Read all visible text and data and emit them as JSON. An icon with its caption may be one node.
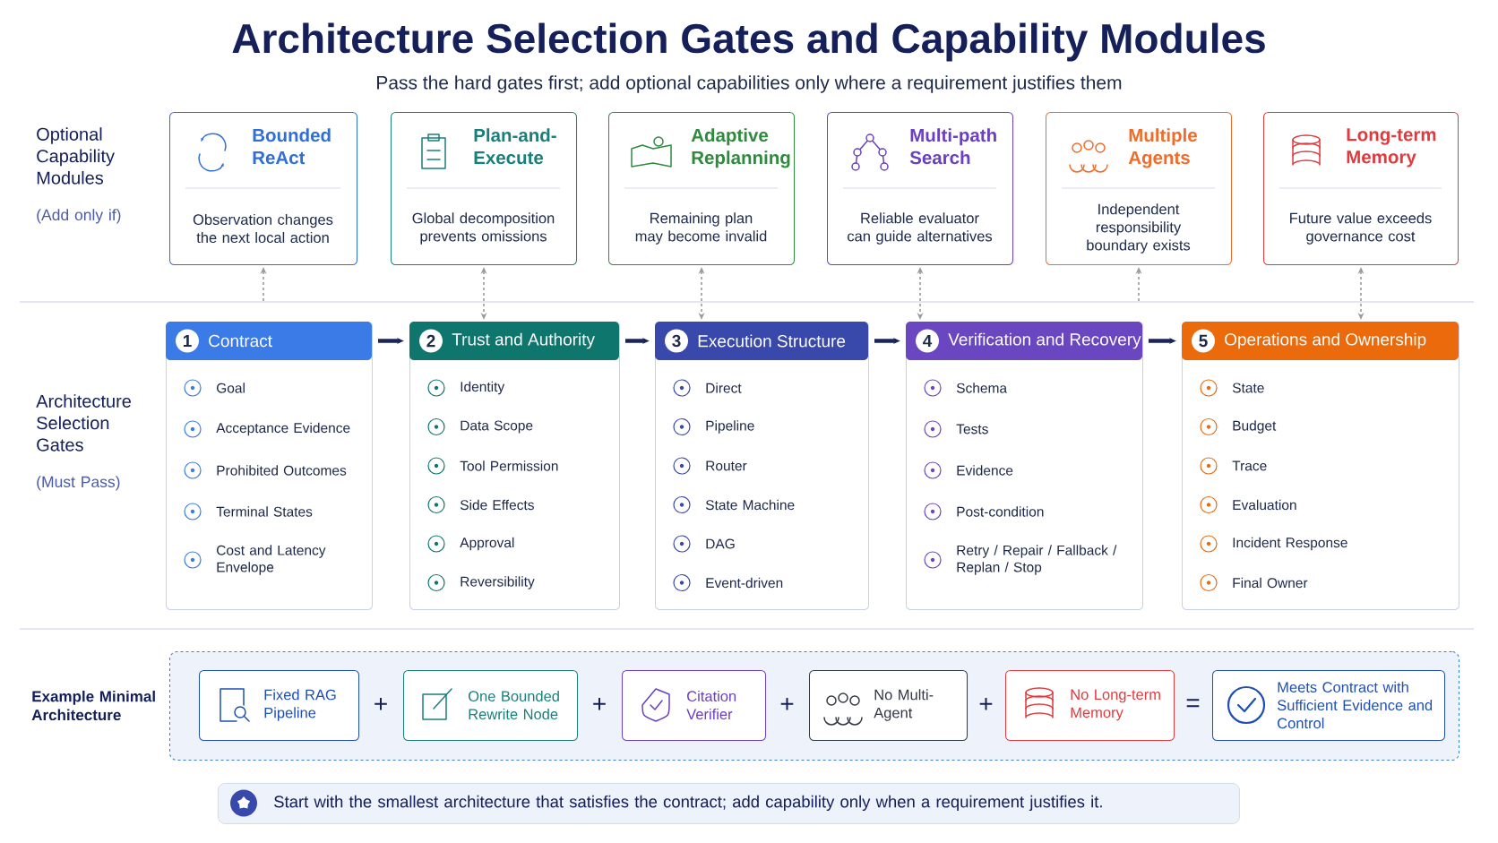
{
  "diagram": {
    "title": "Architecture Selection Gates and Capability Modules",
    "nodes": [
      {
        "text": [
          "Bounded ReAct",
          "Observation changes the next local action"
        ]
      },
      {
        "text": [
          "Plan-and-Execute",
          "Global decomposition prevents omissions"
        ]
      },
      {
        "text": [
          "Adaptive Replanning",
          "Remaining plan may become invalid"
        ]
      },
      {
        "text": [
          "Multi-path Search",
          "Reliable evaluator can guide alternatives"
        ]
      },
      {
        "text": [
          "Multiple Agents",
          "Independent responsibility boundary exists"
        ]
      },
      {
        "text": [
          "Long-term Memory",
          "Future value exceeds governance cost"
        ]
      },
      {
        "text": [
          "1",
          "Contract",
          "Goal",
          "Acceptance Evidence",
          "Prohibited Outcomes",
          "Terminal States",
          "Cost and Latency Envelope"
        ]
      },
      {
        "text": [
          "2",
          "Trust and Authority",
          "Identity",
          "Data Scope",
          "Tool Permission",
          "Side Effects",
          "Approval",
          "Reversibility"
        ]
      },
      {
        "text": [
          "3",
          "Execution Structure",
          "Direct",
          "Pipeline",
          "Router",
          "State Machine",
          "DAG",
          "Event-driven"
        ]
      },
      {
        "text": [
          "4",
          "Verification and Recovery",
          "Schema",
          "Tests",
          "Evidence",
          "Post-condition",
          "Retry / Repair / Fallback / Replan / Stop"
        ]
      },
      {
        "text": [
          "5",
          "Operations and Ownership",
          "State",
          "Budget",
          "Trace",
          "Evaluation",
          "Incident Response",
          "Final Owner"
        ]
      },
      {
        "text": [
          "Example Minimal Architecture"
        ]
      },
      {
        "text": [
          "Fixed RAG Pipeline"
        ],
        "in": 11
      },
      {
        "text": [
          "One Bounded Rewrite Node"
        ],
        "in": 11
      },
      {
        "text": [
          "Citation Verifier"
        ],
        "in": 11
      },
      {
        "text": [
          "No Multi-Agent"
        ],
        "in": 11
      },
      {
        "text": [
          "No Long-term Memory"
        ],
        "in": 11
      },
      {
        "text": [
          "Meets Contract with Sufficient Evidence and Control"
        ],
        "in": 11
      },
      {
        "text": [
          "Start with the smallest architecture that satisfies the contract; add capability only when a requirement justifies it."
        ]
      }
    ],
    "edges": [
      {
        "from": 6,
        "to": 7,
        "arrow": "to",
        "style": "thick",
        "color": "#1b2559"
      },
      {
        "from": 7,
        "to": 8,
        "arrow": "to",
        "style": "thick",
        "color": "#1b2559"
      },
      {
        "from": 8,
        "to": 9,
        "arrow": "to",
        "style": "thick",
        "color": "#1b2559"
      },
      {
        "from": 9,
        "to": 10,
        "arrow": "to",
        "style": "thick",
        "color": "#1b2559"
      },
      {
        "from": null,
        "to": 0,
        "arrow": "to",
        "style": "dashed"
      },
      {
        "from": 1,
        "to": 7,
        "arrow": "both",
        "style": "dashed"
      },
      {
        "from": 2,
        "to": 8,
        "arrow": "both",
        "style": "dashed"
      },
      {
        "from": 3,
        "to": 9,
        "arrow": "both",
        "style": "dashed"
      },
      {
        "from": null,
        "to": 4,
        "arrow": "to",
        "style": "dashed"
      },
      {
        "from": 5,
        "to": 10,
        "arrow": "both",
        "style": "dashed"
      }
    ],
    "labels": [
      "Pass the hard gates first; add optional capabilities only where a requirement justifies them",
      "Optional Capability Modules",
      "(Add only if)",
      "Architecture Selection Gates",
      "(Must Pass)",
      "+",
      "+",
      "+",
      "+",
      "="
    ]
  }
}
